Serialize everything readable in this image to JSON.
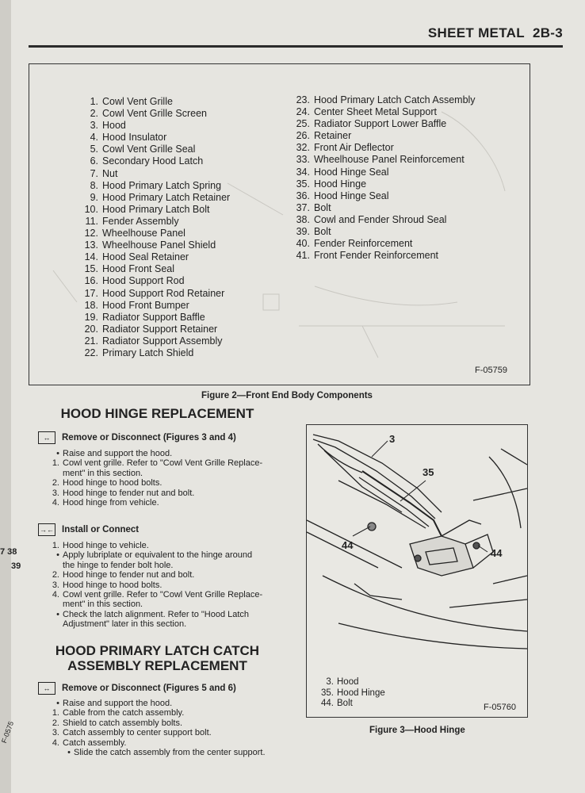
{
  "header": {
    "section": "SHEET METAL",
    "page": "2B-3"
  },
  "figure2": {
    "parts_left": [
      {
        "n": "1.",
        "label": "Cowl Vent Grille"
      },
      {
        "n": "2.",
        "label": "Cowl Vent Grille Screen"
      },
      {
        "n": "3.",
        "label": "Hood"
      },
      {
        "n": "4.",
        "label": "Hood Insulator"
      },
      {
        "n": "5.",
        "label": "Cowl Vent Grille Seal"
      },
      {
        "n": "6.",
        "label": "Secondary Hood Latch"
      },
      {
        "n": "7.",
        "label": "Nut"
      },
      {
        "n": "8.",
        "label": "Hood Primary Latch Spring"
      },
      {
        "n": "9.",
        "label": "Hood Primary Latch Retainer"
      },
      {
        "n": "10.",
        "label": "Hood Primary Latch Bolt"
      },
      {
        "n": "11.",
        "label": "Fender Assembly"
      },
      {
        "n": "12.",
        "label": "Wheelhouse Panel"
      },
      {
        "n": "13.",
        "label": "Wheelhouse Panel Shield"
      },
      {
        "n": "14.",
        "label": "Hood Seal Retainer"
      },
      {
        "n": "15.",
        "label": "Hood Front Seal"
      },
      {
        "n": "16.",
        "label": "Hood Support Rod"
      },
      {
        "n": "17.",
        "label": "Hood Support Rod Retainer"
      },
      {
        "n": "18.",
        "label": "Hood Front Bumper"
      },
      {
        "n": "19.",
        "label": "Radiator Support Baffle"
      },
      {
        "n": "20.",
        "label": "Radiator Support Retainer"
      },
      {
        "n": "21.",
        "label": "Radiator Support Assembly"
      },
      {
        "n": "22.",
        "label": "Primary Latch Shield"
      }
    ],
    "parts_right": [
      {
        "n": "23.",
        "label": "Hood Primary Latch Catch Assembly"
      },
      {
        "n": "24.",
        "label": "Center Sheet Metal Support"
      },
      {
        "n": "25.",
        "label": "Radiator Support Lower Baffle"
      },
      {
        "n": "26.",
        "label": "Retainer"
      },
      {
        "n": "32.",
        "label": "Front Air Deflector"
      },
      {
        "n": "33.",
        "label": "Wheelhouse Panel Reinforcement"
      },
      {
        "n": "34.",
        "label": "Hood Hinge Seal"
      },
      {
        "n": "35.",
        "label": "Hood Hinge"
      },
      {
        "n": "36.",
        "label": "Hood Hinge Seal"
      },
      {
        "n": "37.",
        "label": "Bolt"
      },
      {
        "n": "38.",
        "label": "Cowl and Fender Shroud Seal"
      },
      {
        "n": "39.",
        "label": "Bolt"
      },
      {
        "n": "40.",
        "label": "Fender Reinforcement"
      },
      {
        "n": "41.",
        "label": "Front Fender Reinforcement"
      }
    ],
    "figure_id": "F-05759",
    "caption": "Figure 2—Front End Body Components"
  },
  "hinge": {
    "heading": "HOOD HINGE REPLACEMENT",
    "remove": {
      "icon": "↔",
      "title": "Remove or Disconnect (Figures 3 and 4)",
      "steps": [
        {
          "m": "•",
          "t": "Raise and support the hood.",
          "sub": false
        },
        {
          "m": "1.",
          "t": "Cowl vent grille. Refer to \"Cowl Vent Grille Replace-",
          "sub": false
        },
        {
          "m": "",
          "t": "ment\" in this section.",
          "sub": false
        },
        {
          "m": "2.",
          "t": "Hood hinge to hood bolts.",
          "sub": false
        },
        {
          "m": "3.",
          "t": "Hood hinge to fender nut and bolt.",
          "sub": false
        },
        {
          "m": "4.",
          "t": "Hood hinge from vehicle.",
          "sub": false
        }
      ]
    },
    "install": {
      "icon": "→←",
      "title": "Install or Connect",
      "steps": [
        {
          "m": "1.",
          "t": "Hood hinge to vehicle.",
          "sub": false
        },
        {
          "m": "•",
          "t": "Apply lubriplate or equivalent to the hinge around",
          "sub": false
        },
        {
          "m": "",
          "t": "the hinge to fender bolt hole.",
          "sub": false
        },
        {
          "m": "2.",
          "t": "Hood hinge to fender nut and bolt.",
          "sub": false
        },
        {
          "m": "3.",
          "t": "Hood hinge to hood bolts.",
          "sub": false
        },
        {
          "m": "4.",
          "t": "Cowl vent grille. Refer to \"Cowl Vent Grille Replace-",
          "sub": false
        },
        {
          "m": "",
          "t": "ment\" in this section.",
          "sub": false
        },
        {
          "m": "•",
          "t": "Check the latch alignment. Refer to \"Hood Latch",
          "sub": false
        },
        {
          "m": "",
          "t": "Adjustment\" later in this section.",
          "sub": false
        }
      ]
    }
  },
  "latch": {
    "heading_line1": "HOOD PRIMARY LATCH CATCH",
    "heading_line2": "ASSEMBLY REPLACEMENT",
    "remove": {
      "icon": "↔",
      "title": "Remove or Disconnect (Figures 5 and 6)",
      "steps": [
        {
          "m": "•",
          "t": "Raise and support the hood.",
          "sub": false
        },
        {
          "m": "1.",
          "t": "Cable from the catch assembly.",
          "sub": false
        },
        {
          "m": "2.",
          "t": "Shield to catch assembly bolts.",
          "sub": false
        },
        {
          "m": "3.",
          "t": "Catch assembly to center support bolt.",
          "sub": false
        },
        {
          "m": "4.",
          "t": "Catch assembly.",
          "sub": false
        },
        {
          "m": "•",
          "t": "Slide the catch assembly from the center support.",
          "sub": true
        }
      ]
    }
  },
  "figure3": {
    "callouts": {
      "c3": "3",
      "c35": "35",
      "c44a": "44",
      "c44b": "44"
    },
    "legend": [
      {
        "n": "3.",
        "label": "Hood"
      },
      {
        "n": "35.",
        "label": "Hood Hinge"
      },
      {
        "n": "44.",
        "label": "Bolt"
      }
    ],
    "figure_id": "F-05760",
    "caption": "Figure 3—Hood Hinge"
  },
  "edge_fragments": {
    "a": "7 38",
    "b": "39",
    "c": "F-0575"
  }
}
